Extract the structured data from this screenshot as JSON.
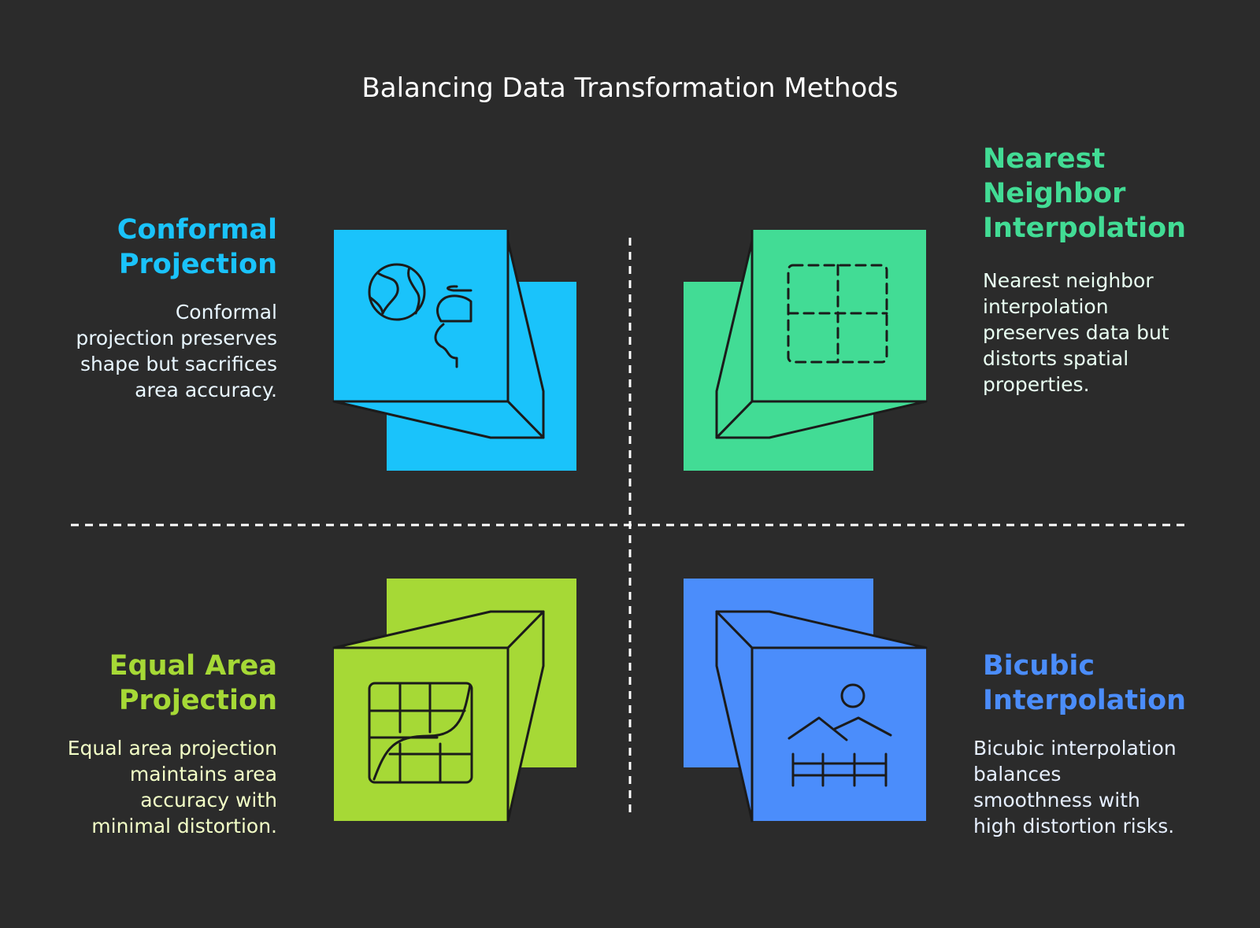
{
  "title": "Balancing Data Transformation Methods",
  "colors": {
    "background": "#2b2b2b",
    "conformal": "#1ac3fb",
    "nearest": "#42dc95",
    "equal_area": "#a6d936",
    "bicubic": "#4b8dfb",
    "conformal_text": "#e8f6ff",
    "nearest_text": "#e9fff2",
    "equal_area_text": "#f3ffc7",
    "bicubic_text": "#e6efff"
  },
  "quadrants": {
    "conformal": {
      "title": [
        "Conformal",
        "Projection"
      ],
      "description": [
        "Conformal",
        "projection preserves",
        "shape but sacrifices",
        "area accuracy."
      ],
      "icon": "globe-face-icon"
    },
    "nearest": {
      "title": [
        "Nearest",
        "Neighbor",
        "Interpolation"
      ],
      "description": [
        "Nearest neighbor",
        "interpolation",
        "preserves data but",
        "distorts spatial",
        "properties."
      ],
      "icon": "dashed-grid-icon"
    },
    "equal_area": {
      "title": [
        "Equal Area",
        "Projection"
      ],
      "description": [
        "Equal area projection",
        "maintains area",
        "accuracy with",
        "minimal distortion."
      ],
      "icon": "map-grid-icon"
    },
    "bicubic": {
      "title": [
        "Bicubic",
        "Interpolation"
      ],
      "description": [
        "Bicubic interpolation",
        "balances",
        "smoothness with",
        "high distortion risks."
      ],
      "icon": "landscape-image-icon"
    }
  }
}
